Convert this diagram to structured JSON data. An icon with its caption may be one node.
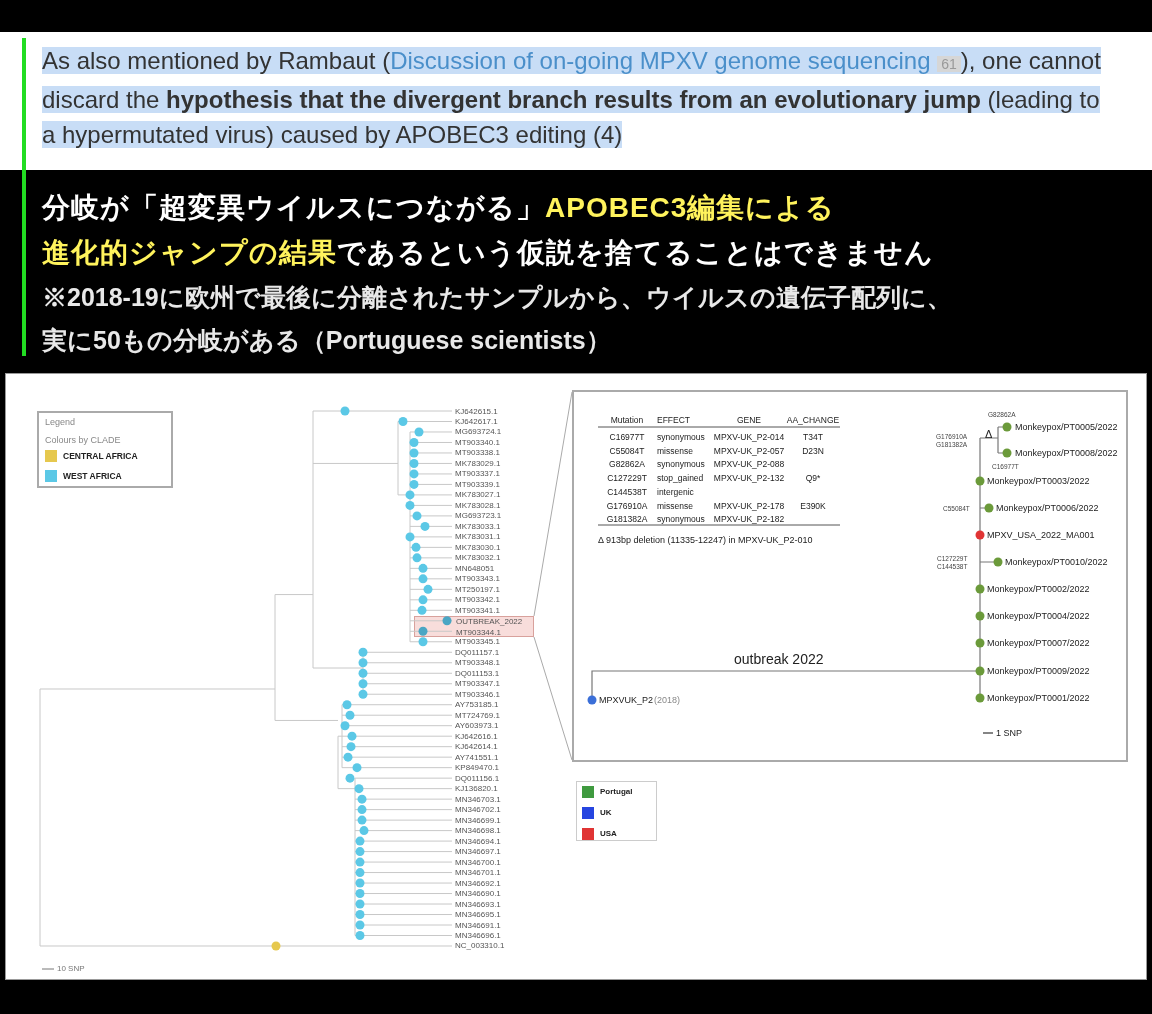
{
  "diagram": {
    "nodes": [
      {
        "text": [
          "OUTBREAK_2022",
          "MT903344.1"
        ]
      },
      {
        "text": [],
        "shape": "box"
      }
    ],
    "edges": [
      {
        "from": 0,
        "to": 1,
        "arrow": "none"
      },
      {
        "from": 0,
        "to": 1,
        "arrow": "none"
      }
    ],
    "labels": [
      "As also mentioned by Rambaut (",
      "Discussion of on-going MPXV genome sequencing",
      "61",
      "), one cannot discard the **hypothesis that the divergent branch results from an evolutionary jump** (leading to a hypermutated virus) caused by APOBEC3 editing (4)",
      "分岐が「超変異ウイルスにつながる」",
      "APOBEC3編集による",
      "進化的ジャンプの結果",
      "であるという仮説を捨てることはできません",
      "※2018-19に欧州で最後に分離されたサンプルから、ウイルスの遺伝子配列に、",
      "実に50もの分岐がある（Portuguese scientists）",
      "Legend",
      "Colours by CLADE",
      "KJ642615.1",
      "KJ642617.1",
      "MG693724.1",
      "MT903340.1",
      "MT903338.1",
      "MK783029.1",
      "MT903337.1",
      "MT903339.1",
      "MK783027.1",
      "MK783028.1",
      "MG693723.1",
      "MK783033.1",
      "MK783031.1",
      "MK783030.1",
      "MK783032.1",
      "MN648051",
      "MT903343.1",
      "MT250197.1",
      "MT903342.1",
      "MT903341.1",
      "MT903345.1",
      "DQ011157.1",
      "MT903348.1",
      "DQ011153.1",
      "MT903347.1",
      "MT903346.1",
      "AY753185.1",
      "MT724769.1",
      "AY603973.1",
      "KJ642616.1",
      "KJ642614.1",
      "AY741551.1",
      "KP849470.1",
      "DQ011156.1",
      "KJ136820.1",
      "MN346703.1",
      "MN346702.1",
      "MN346699.1",
      "MN346698.1",
      "MN346694.1",
      "MN346697.1",
      "MN346700.1",
      "MN346701.1",
      "MN346692.1",
      "MN346690.1",
      "MN346693.1",
      "MN346695.1",
      "MN346691.1",
      "MN346696.1",
      "NC_003310.1",
      "Mutation",
      "EFFECT",
      "GENE",
      "AA_CHANGE",
      "C16977T",
      "synonymous",
      "MPXV-UK_P2-014",
      "T34T",
      "C55084T",
      "missense",
      "MPXV-UK_P2-057",
      "D23N",
      "G82862A",
      "synonymous",
      "MPXV-UK_P2-088",
      "C127229T",
      "stop_gained",
      "MPXV-UK_P2-132",
      "Q9*",
      "C144538T",
      "intergenic",
      "G176910A",
      "missense",
      "MPXV-UK_P2-178",
      "E390K",
      "G181382A",
      "synonymous",
      "MPXV-UK_P2-182",
      "Δ 913bp deletion (11335-12247) in MPXV-UK_P2-010",
      "G82862A",
      "Δ",
      "Monkeypox/PT0005/2022",
      "G176910A G181382A",
      "Monkeypox/PT0008/2022",
      "C16977T",
      "Monkeypox/PT0003/2022",
      "C55084T",
      "Monkeypox/PT0006/2022",
      "MPXV_USA_2022_MA001",
      "C127229T C144538T",
      "Monkeypox/PT0010/2022",
      "Monkeypox/PT0002/2022",
      "Monkeypox/PT0004/2022",
      "Monkeypox/PT0007/2022",
      "outbreak 2022",
      "Monkeypox/PT0009/2022",
      "MPXVUK_P2",
      "(2018)",
      "Monkeypox/PT0001/2022",
      "1 SNP",
      "10 SNP"
    ],
    "legend": [
      {
        "text": "CENTRAL AFRICA",
        "color": "#e6c84e"
      },
      {
        "text": "WEST AFRICA",
        "color": "#5bc8e6"
      },
      {
        "text": "Portugal",
        "color": "#3f9a3f"
      },
      {
        "text": "UK",
        "color": "#2645e0"
      },
      {
        "text": "USA",
        "color": "#e03434"
      }
    ]
  }
}
